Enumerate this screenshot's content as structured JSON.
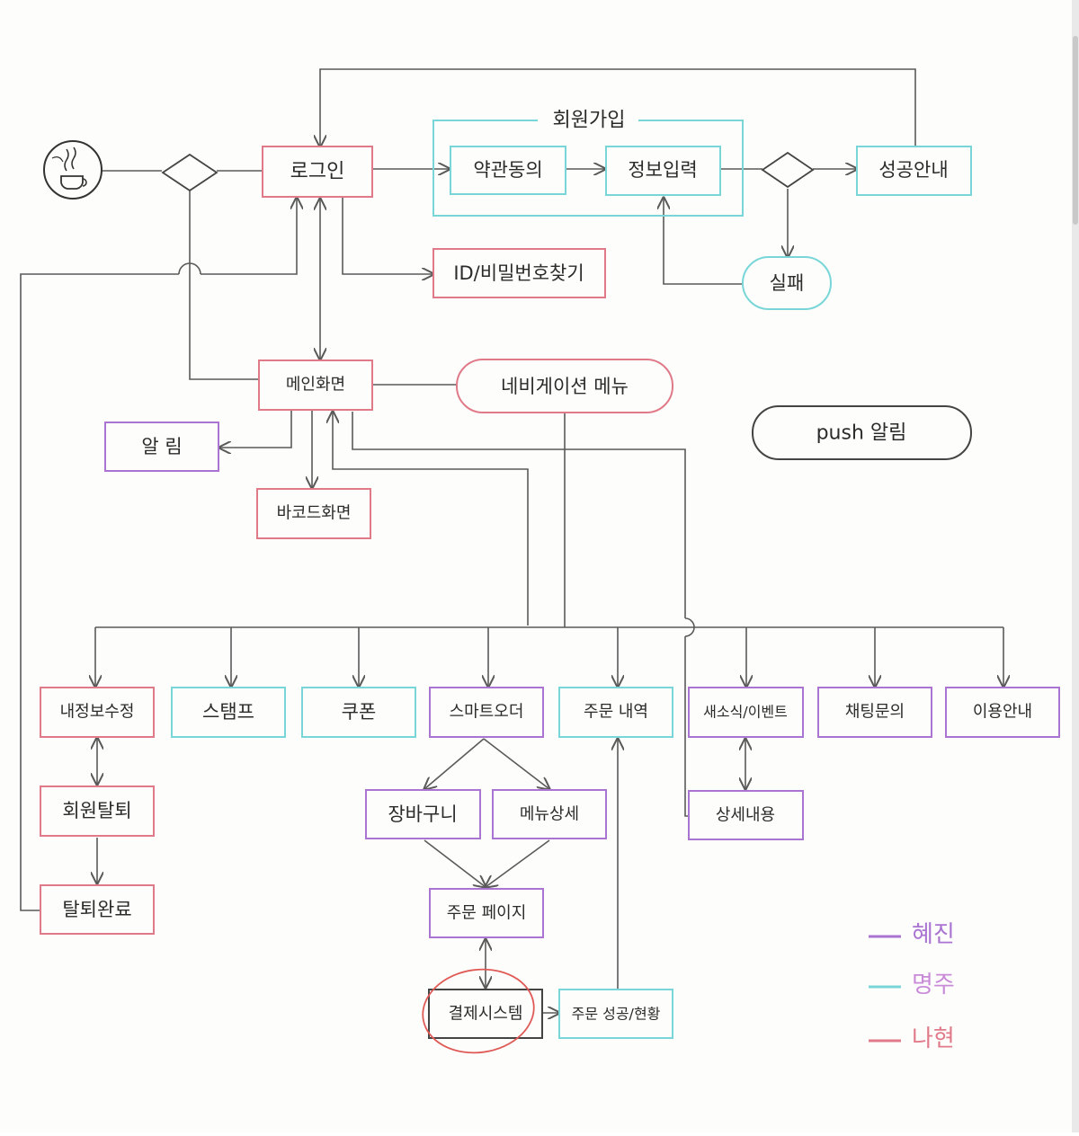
{
  "diagram": {
    "colors": {
      "pink": "#e07a88",
      "purple": "#a974d2",
      "teal": "#79d6d8",
      "line": "#5a5a5a",
      "red_circle": "#e05a55"
    },
    "nodes": {
      "start_icon": "coffee-cup-icon",
      "login": "로그인",
      "signup_group": "회원가입",
      "terms": "약관동의",
      "info_input": "정보입력",
      "success": "성공안내",
      "fail": "실패",
      "find_id_pw": "ID/비밀번호찾기",
      "main_screen": "메인화면",
      "nav_menu": "네비게이션 메뉴",
      "push_alarm": "push 알림",
      "alarm": "알 림",
      "barcode": "바코드화면",
      "edit_profile": "내정보수정",
      "stamp": "스탬프",
      "coupon": "쿠폰",
      "smart_order": "스마트오더",
      "order_history": "주문 내역",
      "news_event": "새소식/이벤트",
      "chat_inquiry": "채팅문의",
      "guide": "이용안내",
      "withdraw": "회원탈퇴",
      "withdraw_done": "탈퇴완료",
      "cart": "장바구니",
      "menu_detail": "메뉴상세",
      "order_page": "주문 페이지",
      "payment": "결제시스템",
      "order_status": "주문 성공/현황",
      "detail_content": "상세내용"
    },
    "legend": [
      {
        "name": "혜진",
        "color": "#a974d2"
      },
      {
        "name": "명주",
        "color": "#79d6d8"
      },
      {
        "name": "나현",
        "color": "#e07a88"
      }
    ]
  }
}
